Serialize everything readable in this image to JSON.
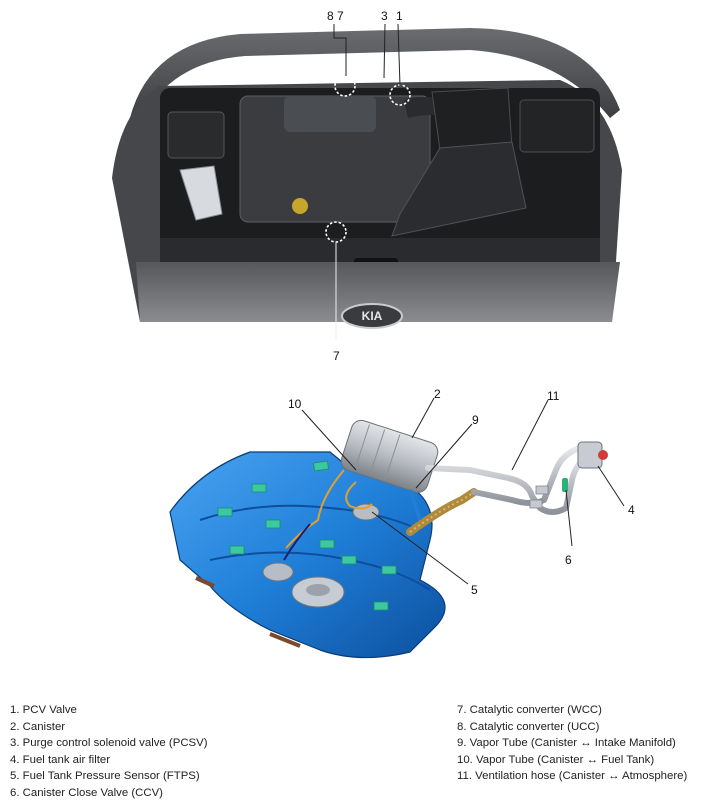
{
  "engine_callouts": {
    "top_left": "8 7",
    "top_mid": "3",
    "top_right": "1",
    "bottom": "7"
  },
  "tank_callouts": {
    "c2": "2",
    "c9": "9",
    "c10": "10",
    "c11": "11",
    "c4": "4",
    "c5": "5",
    "c6": "6"
  },
  "badge_text": "KIA",
  "legend": {
    "left": [
      "1. PCV Valve",
      "2. Canister",
      "3. Purge control solenoid valve (PCSV)",
      "4. Fuel tank air filter",
      "5. Fuel Tank Pressure Sensor (FTPS)",
      "6. Canister Close Valve (CCV)"
    ],
    "right": [
      "7. Catalytic converter (WCC)",
      "8. Catalytic converter (UCC)",
      "9. Vapor Tube (Canister ↔ Intake Manifold)",
      "10. Vapor Tube (Canister ↔ Fuel Tank)",
      "11. Ventilation hose (Canister ↔ Atmosphere)"
    ]
  },
  "colors": {
    "tank_blue": "#1f7fd8",
    "tank_dark": "#0d4f9e",
    "pad_green": "#3cc8a0",
    "canister_gray": "#b8bcc2",
    "hose_gold": "#b08a3c",
    "engine_dark": "#2e3033"
  }
}
